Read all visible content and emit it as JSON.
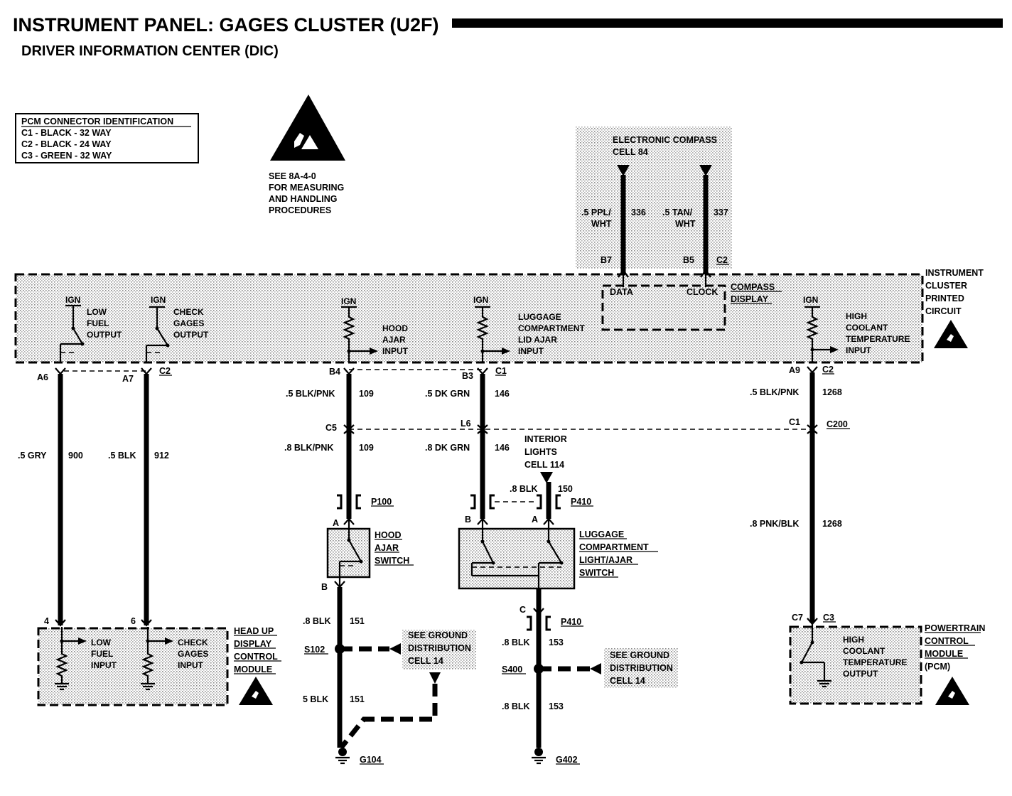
{
  "header": {
    "title": "INSTRUMENT PANEL: GAGES CLUSTER (U2F)",
    "subtitle": "DRIVER INFORMATION CENTER (DIC)"
  },
  "pcm_id": {
    "heading": "PCM CONNECTOR IDENTIFICATION",
    "rows": [
      "C1 - BLACK - 32 WAY",
      "C2 - BLACK - 24 WAY",
      "C3 - GREEN - 32 WAY"
    ]
  },
  "esd_note": [
    "SEE 8A-4-0",
    "FOR MEASURING",
    "AND HANDLING",
    "PROCEDURES"
  ],
  "compass": {
    "title": [
      "ELECTRONIC COMPASS",
      "CELL 84"
    ],
    "wire_a": {
      "gauge_1": ".5 PPL/",
      "gauge_2": "WHT",
      "circuit": "336",
      "pin": "B7"
    },
    "wire_b": {
      "gauge_1": ".5 TAN/",
      "gauge_2": "WHT",
      "circuit": "337",
      "pin": "B5"
    },
    "connector": "C2",
    "data_label": "DATA",
    "clock_label": "CLOCK",
    "display_label": [
      "COMPASS",
      "DISPLAY"
    ]
  },
  "cluster": {
    "name": [
      "INSTRUMENT",
      "CLUSTER",
      "PRINTED",
      "CIRCUIT"
    ],
    "ign": "IGN",
    "low_fuel": [
      "LOW",
      "FUEL",
      "OUTPUT"
    ],
    "check_gages": [
      "CHECK",
      "GAGES",
      "OUTPUT"
    ],
    "hood_ajar": [
      "HOOD",
      "AJAR",
      "INPUT"
    ],
    "luggage": [
      "LUGGAGE",
      "COMPARTMENT",
      "LID AJAR",
      "INPUT"
    ],
    "coolant": [
      "HIGH",
      "COOLANT",
      "TEMPERATURE",
      "INPUT"
    ]
  },
  "pins": {
    "a6": "A6",
    "a7": "A7",
    "c2_left": "C2",
    "b4": "B4",
    "b3": "B3",
    "c1_mid": "C1",
    "a9": "A9",
    "c2_right": "C2"
  },
  "wires": {
    "w900": {
      "gauge": ".5 GRY",
      "circuit": "900"
    },
    "w912": {
      "gauge": ".5 BLK",
      "circuit": "912"
    },
    "w109a": {
      "gauge": ".5 BLK/PNK",
      "circuit": "109"
    },
    "w109b": {
      "gauge": ".8 BLK/PNK",
      "circuit": "109"
    },
    "w146a": {
      "gauge": ".5 DK GRN",
      "circuit": "146"
    },
    "w146b": {
      "gauge": ".8 DK GRN",
      "circuit": "146"
    },
    "w1268a": {
      "gauge": ".5 BLK/PNK",
      "circuit": "1268"
    },
    "w1268b": {
      "gauge": ".8 PNK/BLK",
      "circuit": "1268"
    },
    "w150": {
      "gauge": ".8 BLK",
      "circuit": "150"
    },
    "w151a": {
      "gauge": ".8 BLK",
      "circuit": "151"
    },
    "w151b": {
      "gauge": "5 BLK",
      "circuit": "151"
    },
    "w153a": {
      "gauge": ".8 BLK",
      "circuit": "153"
    },
    "w153b": {
      "gauge": ".8 BLK",
      "circuit": "153"
    }
  },
  "c200": {
    "c5": "C5",
    "l6": "L6",
    "c1": "C1",
    "name": "C200"
  },
  "interior_lights": [
    "INTERIOR",
    "LIGHTS",
    "CELL 114"
  ],
  "p100": "P100",
  "p410": "P410",
  "pin_a": "A",
  "pin_b": "B",
  "pin_c": "C",
  "hood_switch": [
    "HOOD",
    "AJAR",
    "SWITCH"
  ],
  "luggage_switch": [
    "LUGGAGE",
    "COMPARTMENT",
    "LIGHT/AJAR",
    "SWITCH"
  ],
  "hud": {
    "pin4": "4",
    "pin6": "6",
    "low_fuel": [
      "LOW",
      "FUEL",
      "INPUT"
    ],
    "check_gages": [
      "CHECK",
      "GAGES",
      "INPUT"
    ],
    "name": [
      "HEAD UP",
      "DISPLAY",
      "CONTROL",
      "MODULE"
    ]
  },
  "ground": {
    "s102": "S102",
    "s400": "S400",
    "g104": "G104",
    "g402": "G402",
    "see_ground": [
      "SEE GROUND",
      "DISTRIBUTION",
      "CELL 14"
    ]
  },
  "pcm": {
    "c7": "C7",
    "c3": "C3",
    "output": [
      "HIGH",
      "COOLANT",
      "TEMPERATURE",
      "OUTPUT"
    ],
    "name": [
      "POWERTRAIN",
      "CONTROL",
      "MODULE",
      "(PCM)"
    ]
  }
}
